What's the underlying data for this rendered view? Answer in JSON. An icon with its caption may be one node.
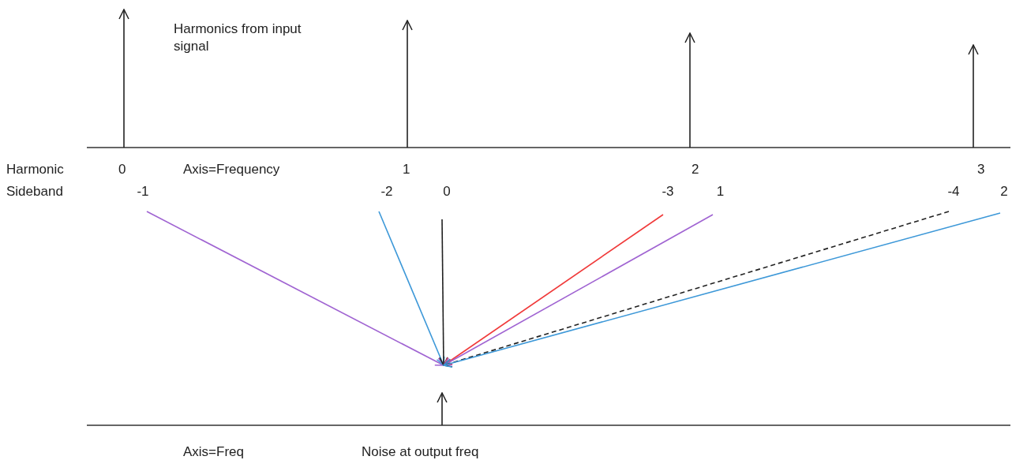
{
  "diagram": {
    "nodes": [
      {
        "text": [
          "-1"
        ]
      },
      {
        "text": [
          "-2"
        ]
      },
      {
        "text": [
          "0"
        ]
      },
      {
        "text": [
          "-3"
        ]
      },
      {
        "text": [
          "1"
        ]
      },
      {
        "text": [
          "-4"
        ]
      },
      {
        "text": [
          "2"
        ]
      }
    ],
    "edges": [
      {
        "from": 0,
        "to": null,
        "arrow": "to",
        "color": "#a064d2"
      },
      {
        "from": 1,
        "to": null,
        "arrow": "to",
        "color": "#3d98d8"
      },
      {
        "from": 2,
        "to": null,
        "arrow": "to",
        "color": "#222222"
      },
      {
        "from": 3,
        "to": null,
        "arrow": "to",
        "color": "#f03a3a"
      },
      {
        "from": 4,
        "to": null,
        "arrow": "to",
        "color": "#a064d2"
      },
      {
        "from": 5,
        "to": null,
        "arrow": "to",
        "style": "dashed",
        "color": "#222222"
      },
      {
        "from": 6,
        "to": null,
        "arrow": "to",
        "color": "#3d98d8"
      }
    ],
    "labels": [
      "Harmonics from input signal",
      "Harmonic",
      "0",
      "Axis=Frequency",
      "1",
      "2",
      "3",
      "Sideband",
      "Axis=Freq",
      "Noise at output freq"
    ]
  }
}
